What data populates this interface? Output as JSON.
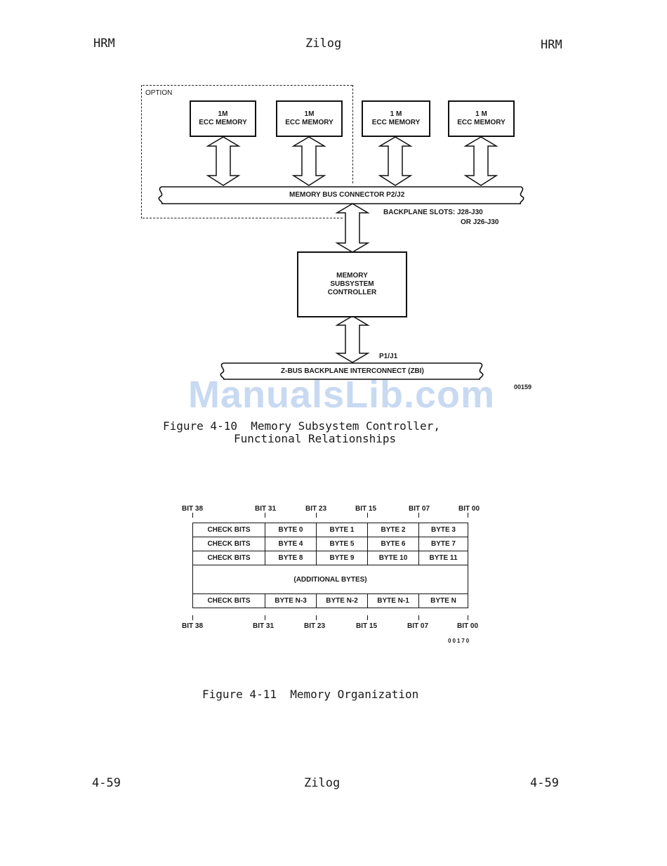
{
  "header": {
    "left": "HRM",
    "center": "Zilog",
    "right": "HRM"
  },
  "figure10": {
    "option_label": "OPTION",
    "memory_boards": [
      {
        "line1": "1M",
        "line2": "ECC MEMORY"
      },
      {
        "line1": "1M",
        "line2": "ECC MEMORY"
      },
      {
        "line1": "1 M",
        "line2": "ECC MEMORY"
      },
      {
        "line1": "1 M",
        "line2": "ECC MEMORY"
      }
    ],
    "memory_bus": "MEMORY BUS CONNECTOR P2/J2",
    "backplane_slots_1": "BACKPLANE SLOTS:  J28-J30",
    "backplane_slots_2": "OR J26-J30",
    "controller_line1": "MEMORY",
    "controller_line2": "SUBSYSTEM",
    "controller_line3": "CONTROLLER",
    "p1j1": "P1/J1",
    "zbus": "Z-BUS BACKPLANE INTERCONNECT (ZBI)",
    "fig_code": "00159",
    "caption_line1": "Figure 4-10  Memory Subsystem Controller,",
    "caption_line2": "Functional Relationships"
  },
  "watermark": "ManualsLib.com",
  "figure11": {
    "bits": [
      "BIT 38",
      "BIT 31",
      "BIT 23",
      "BIT 15",
      "BIT 07",
      "BIT 00"
    ],
    "rows": [
      [
        "CHECK BITS",
        "BYTE 0",
        "BYTE 1",
        "BYTE 2",
        "BYTE 3"
      ],
      [
        "CHECK BITS",
        "BYTE 4",
        "BYTE 5",
        "BYTE 6",
        "BYTE 7"
      ],
      [
        "CHECK BITS",
        "BYTE 8",
        "BYTE 9",
        "BYTE 10",
        "BYTE 11"
      ]
    ],
    "additional": "(ADDITIONAL  BYTES)",
    "last_row": [
      "CHECK BITS",
      "BYTE N-3",
      "BYTE N-2",
      "BYTE N-1",
      "BYTE N"
    ],
    "fig_code": "00170",
    "caption": "Figure 4-11  Memory Organization"
  },
  "footer": {
    "left": "4-59",
    "center": "Zilog",
    "right": "4-59"
  }
}
